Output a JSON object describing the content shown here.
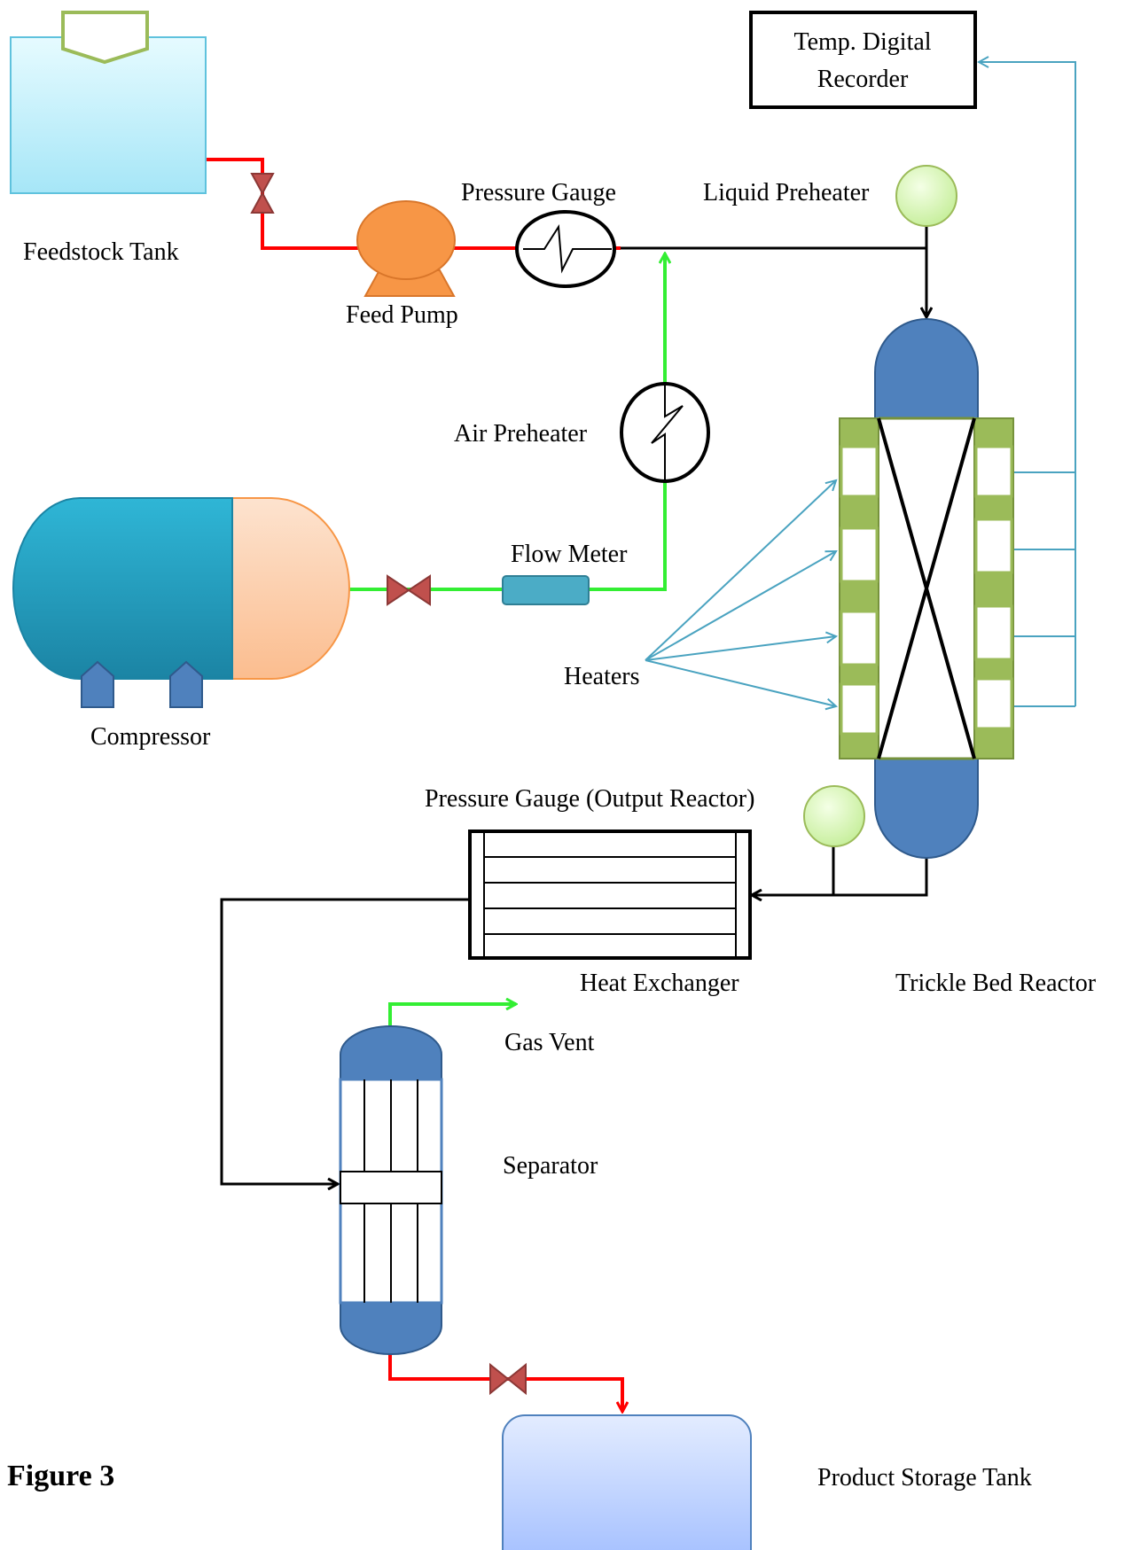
{
  "labels": {
    "recorder_line1": "Temp. Digital",
    "recorder_line2": "Recorder",
    "feedstock_tank": "Feedstock Tank",
    "feed_pump": "Feed Pump",
    "pressure_gauge": "Pressure Gauge",
    "liquid_preheater": "Liquid Preheater",
    "air_preheater": "Air Preheater",
    "flow_meter": "Flow Meter",
    "compressor": "Compressor",
    "heaters": "Heaters",
    "pressure_gauge_output": "Pressure Gauge (Output Reactor)",
    "heat_exchanger": "Heat Exchanger",
    "trickle_bed_reactor": "Trickle Bed Reactor",
    "gas_vent": "Gas Vent",
    "separator": "Separator",
    "product_storage_tank": "Product Storage Tank",
    "figure": "Figure 3"
  },
  "colors": {
    "liquid_line": "#ff0000",
    "gas_line": "#33ee33",
    "process_line": "#000000",
    "signal_line": "#4aa3c0",
    "vessel_blue": "#4f7fbf",
    "heater_green": "#9bbb59",
    "pump_orange": "#f79646",
    "valve_red": "#c0504d"
  }
}
